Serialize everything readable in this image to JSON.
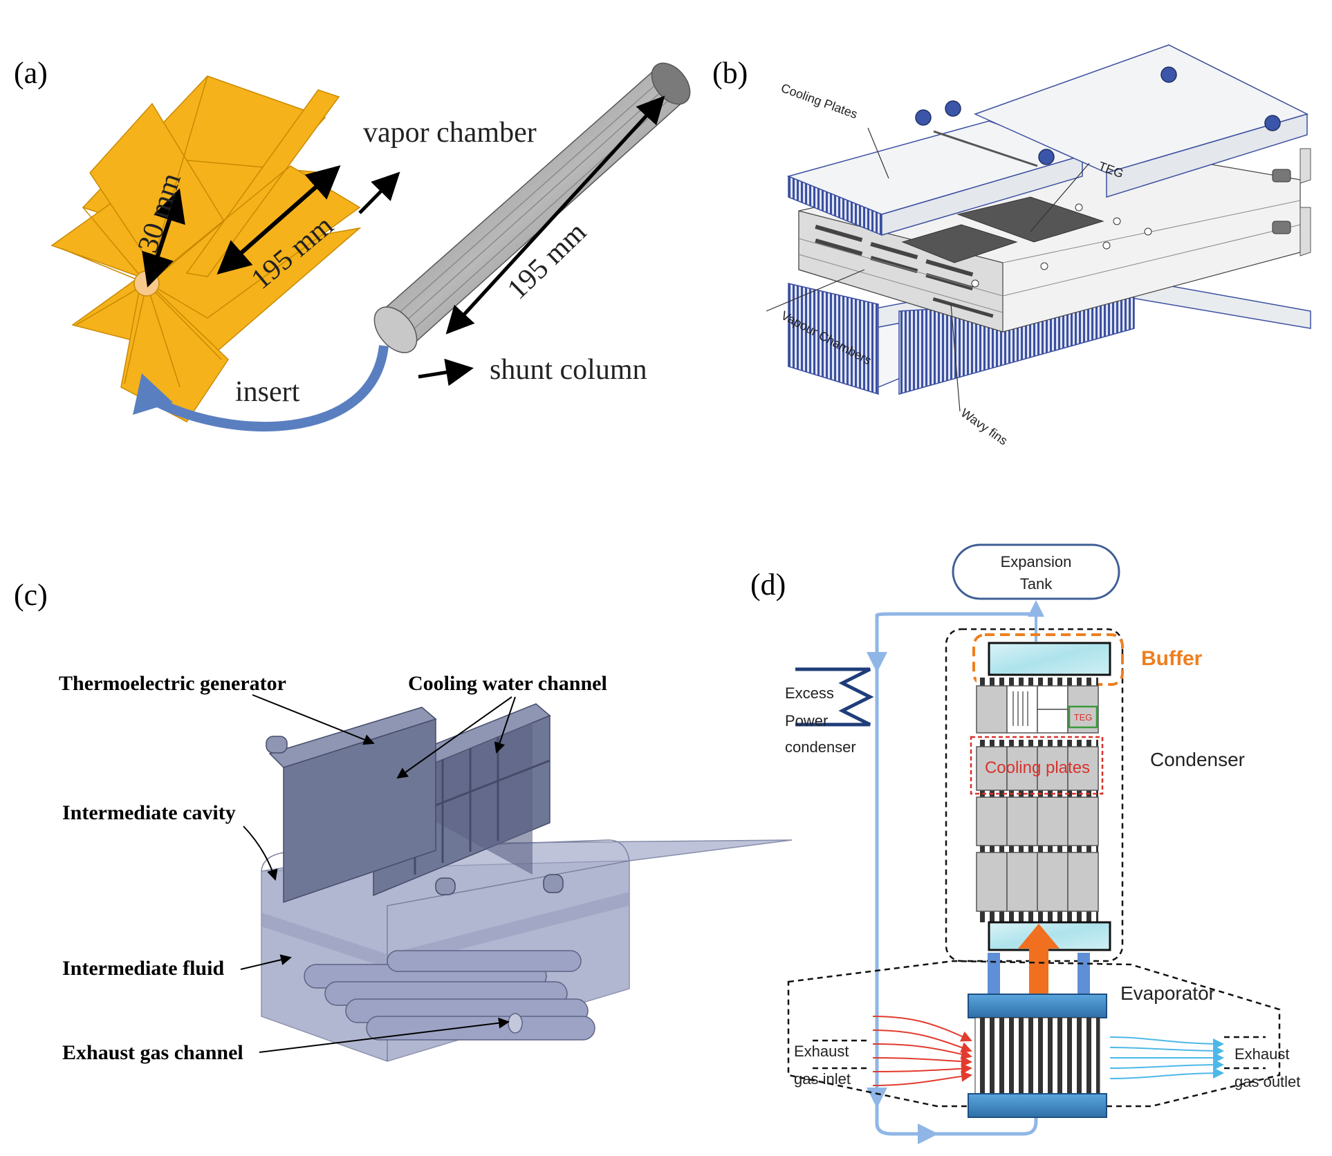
{
  "panels": {
    "a": {
      "label": "(a)",
      "vapor_chamber": "vapor chamber",
      "dim_30": "30 mm",
      "dim_195_left": "195 mm",
      "dim_195_right": "195 mm",
      "shunt_column": "shunt column",
      "insert": "insert"
    },
    "b": {
      "label": "(b)",
      "cooling_plates": "Cooling Plates",
      "teg": "TEG",
      "vapour_chambers": "Vapour Chambers",
      "wavy_fins": "Wavy fins"
    },
    "c": {
      "label": "(c)",
      "thermoelectric_generator": "Thermoelectric generator",
      "cooling_water_channel": "Cooling  water channel",
      "intermediate_cavity": "Intermediate cavity",
      "intermediate_fluid": "Intermediate fluid",
      "exhaust_gas_channel": "Exhaust gas channel"
    },
    "d": {
      "label": "(d)",
      "expansion_line1": "Expansion",
      "expansion_line2": "Tank",
      "buffer": "Buffer",
      "excess_line1": "Excess",
      "excess_line2": "Power",
      "excess_line3": "condenser",
      "teg": "TEG",
      "cooling_plates": "Cooling plates",
      "condenser": "Condenser",
      "evaporator": "Evaporator",
      "inlet_line1": "Exhaust",
      "inlet_line2": "gas inlet",
      "outlet_line1": "Exhaust",
      "outlet_line2": "gas outlet"
    }
  },
  "colors": {
    "fin_gold": "#f5b21b",
    "column_gray": "#8c8c8c",
    "insert_arrow": "#5a7fc0",
    "plate_light": "#e9ecef",
    "fin_blue": "#3b4fa0",
    "device_slate": "#6f7796",
    "loop_blue": "#8fb6e6",
    "buffer_orange": "#ee7f1e",
    "cooling_red": "#d9312b",
    "hot_arrow": "#f07020",
    "evap_blue": "#3a86c8",
    "teg_green": "#3a9a3a"
  }
}
